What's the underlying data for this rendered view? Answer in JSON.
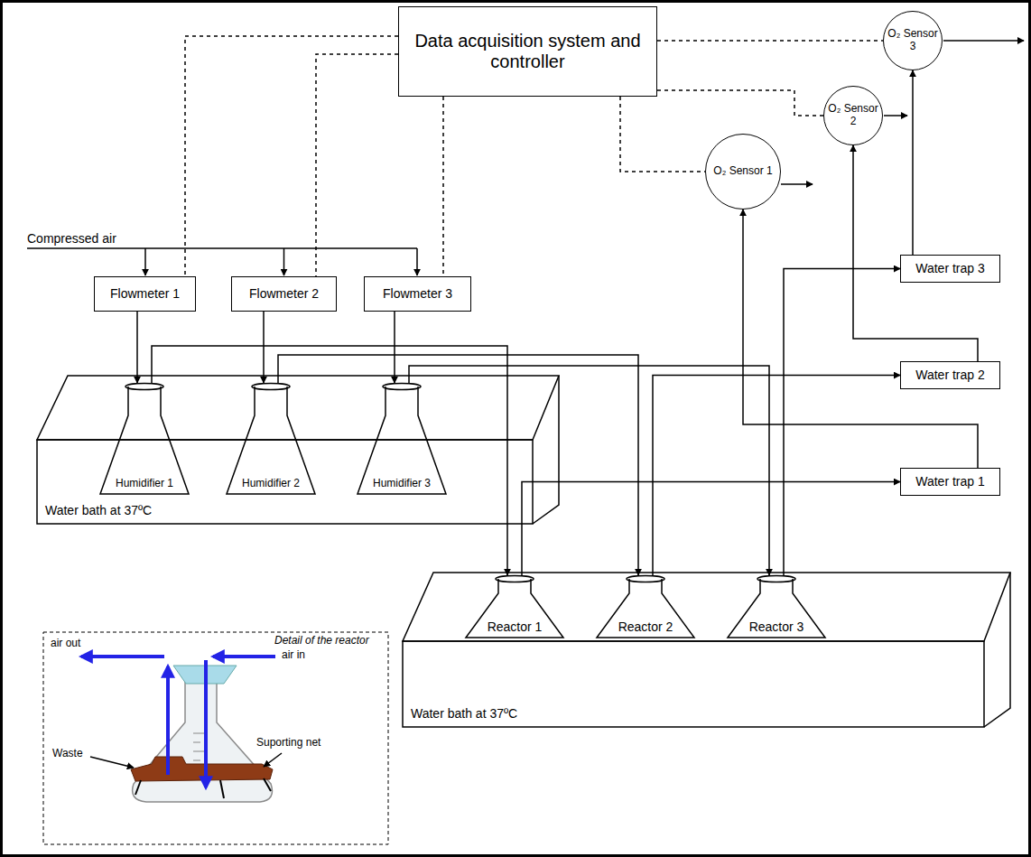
{
  "diagram": {
    "nodes": [
      {
        "text": [
          "Data acquisition system and controller"
        ]
      },
      {
        "text": [
          "O₂ Sensor 3"
        ]
      },
      {
        "text": [
          "O₂ Sensor 2"
        ]
      },
      {
        "text": [
          "O₂ Sensor 1"
        ]
      },
      {
        "text": [
          "Flowmeter 1"
        ]
      },
      {
        "text": [
          "Flowmeter 2"
        ]
      },
      {
        "text": [
          "Flowmeter 3"
        ]
      },
      {
        "text": [
          "Water trap 3"
        ]
      },
      {
        "text": [
          "Water trap 2"
        ]
      },
      {
        "text": [
          "Water trap 1"
        ]
      },
      {
        "text": [
          "Water bath at 37ºC"
        ]
      },
      {
        "text": [
          "Humidifier 1"
        ],
        "in": 10
      },
      {
        "text": [
          "Humidifier 2"
        ],
        "in": 10
      },
      {
        "text": [
          "Humidifier 3"
        ],
        "in": 10
      },
      {
        "text": [
          "Water bath at 37ºC"
        ]
      },
      {
        "text": [
          "Reactor 1"
        ],
        "in": 14
      },
      {
        "text": [
          "Reactor 2"
        ],
        "in": 14
      },
      {
        "text": [
          "Reactor 3"
        ],
        "in": 14
      }
    ],
    "edges": [
      {
        "from": 0,
        "to": 4,
        "arrow": "none"
      },
      {
        "from": 0,
        "to": 5,
        "arrow": "none"
      },
      {
        "from": 0,
        "to": 6,
        "arrow": "none"
      },
      {
        "from": 0,
        "to": 3,
        "arrow": "none"
      },
      {
        "from": 0,
        "to": 2,
        "arrow": "none"
      },
      {
        "from": 0,
        "to": 1,
        "arrow": "none"
      },
      {
        "from": 4,
        "to": 11,
        "arrow": "to"
      },
      {
        "from": 5,
        "to": 12,
        "arrow": "to"
      },
      {
        "from": 6,
        "to": 13,
        "arrow": "to"
      },
      {
        "from": 11,
        "to": 15,
        "arrow": "to"
      },
      {
        "from": 12,
        "to": 16,
        "arrow": "to"
      },
      {
        "from": 13,
        "to": 17,
        "arrow": "to"
      },
      {
        "from": 15,
        "to": 9,
        "arrow": "to"
      },
      {
        "from": 16,
        "to": 8,
        "arrow": "to"
      },
      {
        "from": 17,
        "to": 7,
        "arrow": "to"
      },
      {
        "from": 9,
        "to": 3,
        "arrow": "to"
      },
      {
        "from": 8,
        "to": 2,
        "arrow": "to"
      },
      {
        "from": 7,
        "to": 1,
        "arrow": "to"
      }
    ],
    "labels": [
      "Compressed air",
      "Detail of the reactor",
      "air out",
      "air in",
      "Waste",
      "Suporting net"
    ]
  }
}
